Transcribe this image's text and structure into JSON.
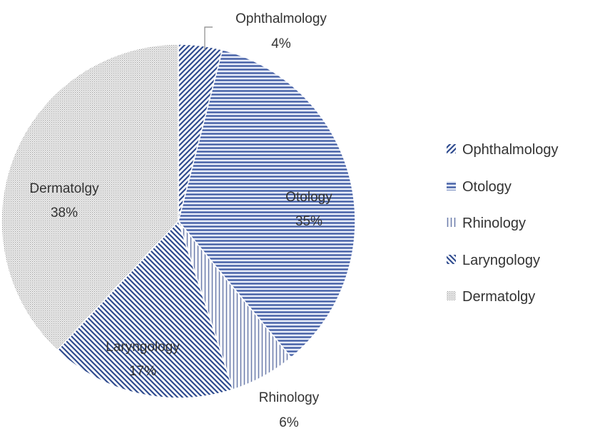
{
  "chart_data": {
    "type": "pie",
    "slices": [
      {
        "label": "Ophthalmology",
        "value": 4,
        "display": "4%",
        "pattern": "diag-up"
      },
      {
        "label": "Otology",
        "value": 35,
        "display": "35%",
        "pattern": "horizontal"
      },
      {
        "label": "Rhinology",
        "value": 6,
        "display": "6%",
        "pattern": "vertical"
      },
      {
        "label": "Laryngology",
        "value": 17,
        "display": "17%",
        "pattern": "diag-down"
      },
      {
        "label": "Dermatolgy",
        "value": 38,
        "display": "38%",
        "pattern": "dots"
      }
    ],
    "legend": {
      "position": "right",
      "entries": [
        "Ophthalmology",
        "Otology",
        "Rhinology",
        "Laryngology",
        "Dermatolgy"
      ]
    },
    "colors": {
      "stroke": "#2f4b8f",
      "fill": "#dfe6f7",
      "dots": "#9a9a9a",
      "text": "#333333"
    }
  }
}
